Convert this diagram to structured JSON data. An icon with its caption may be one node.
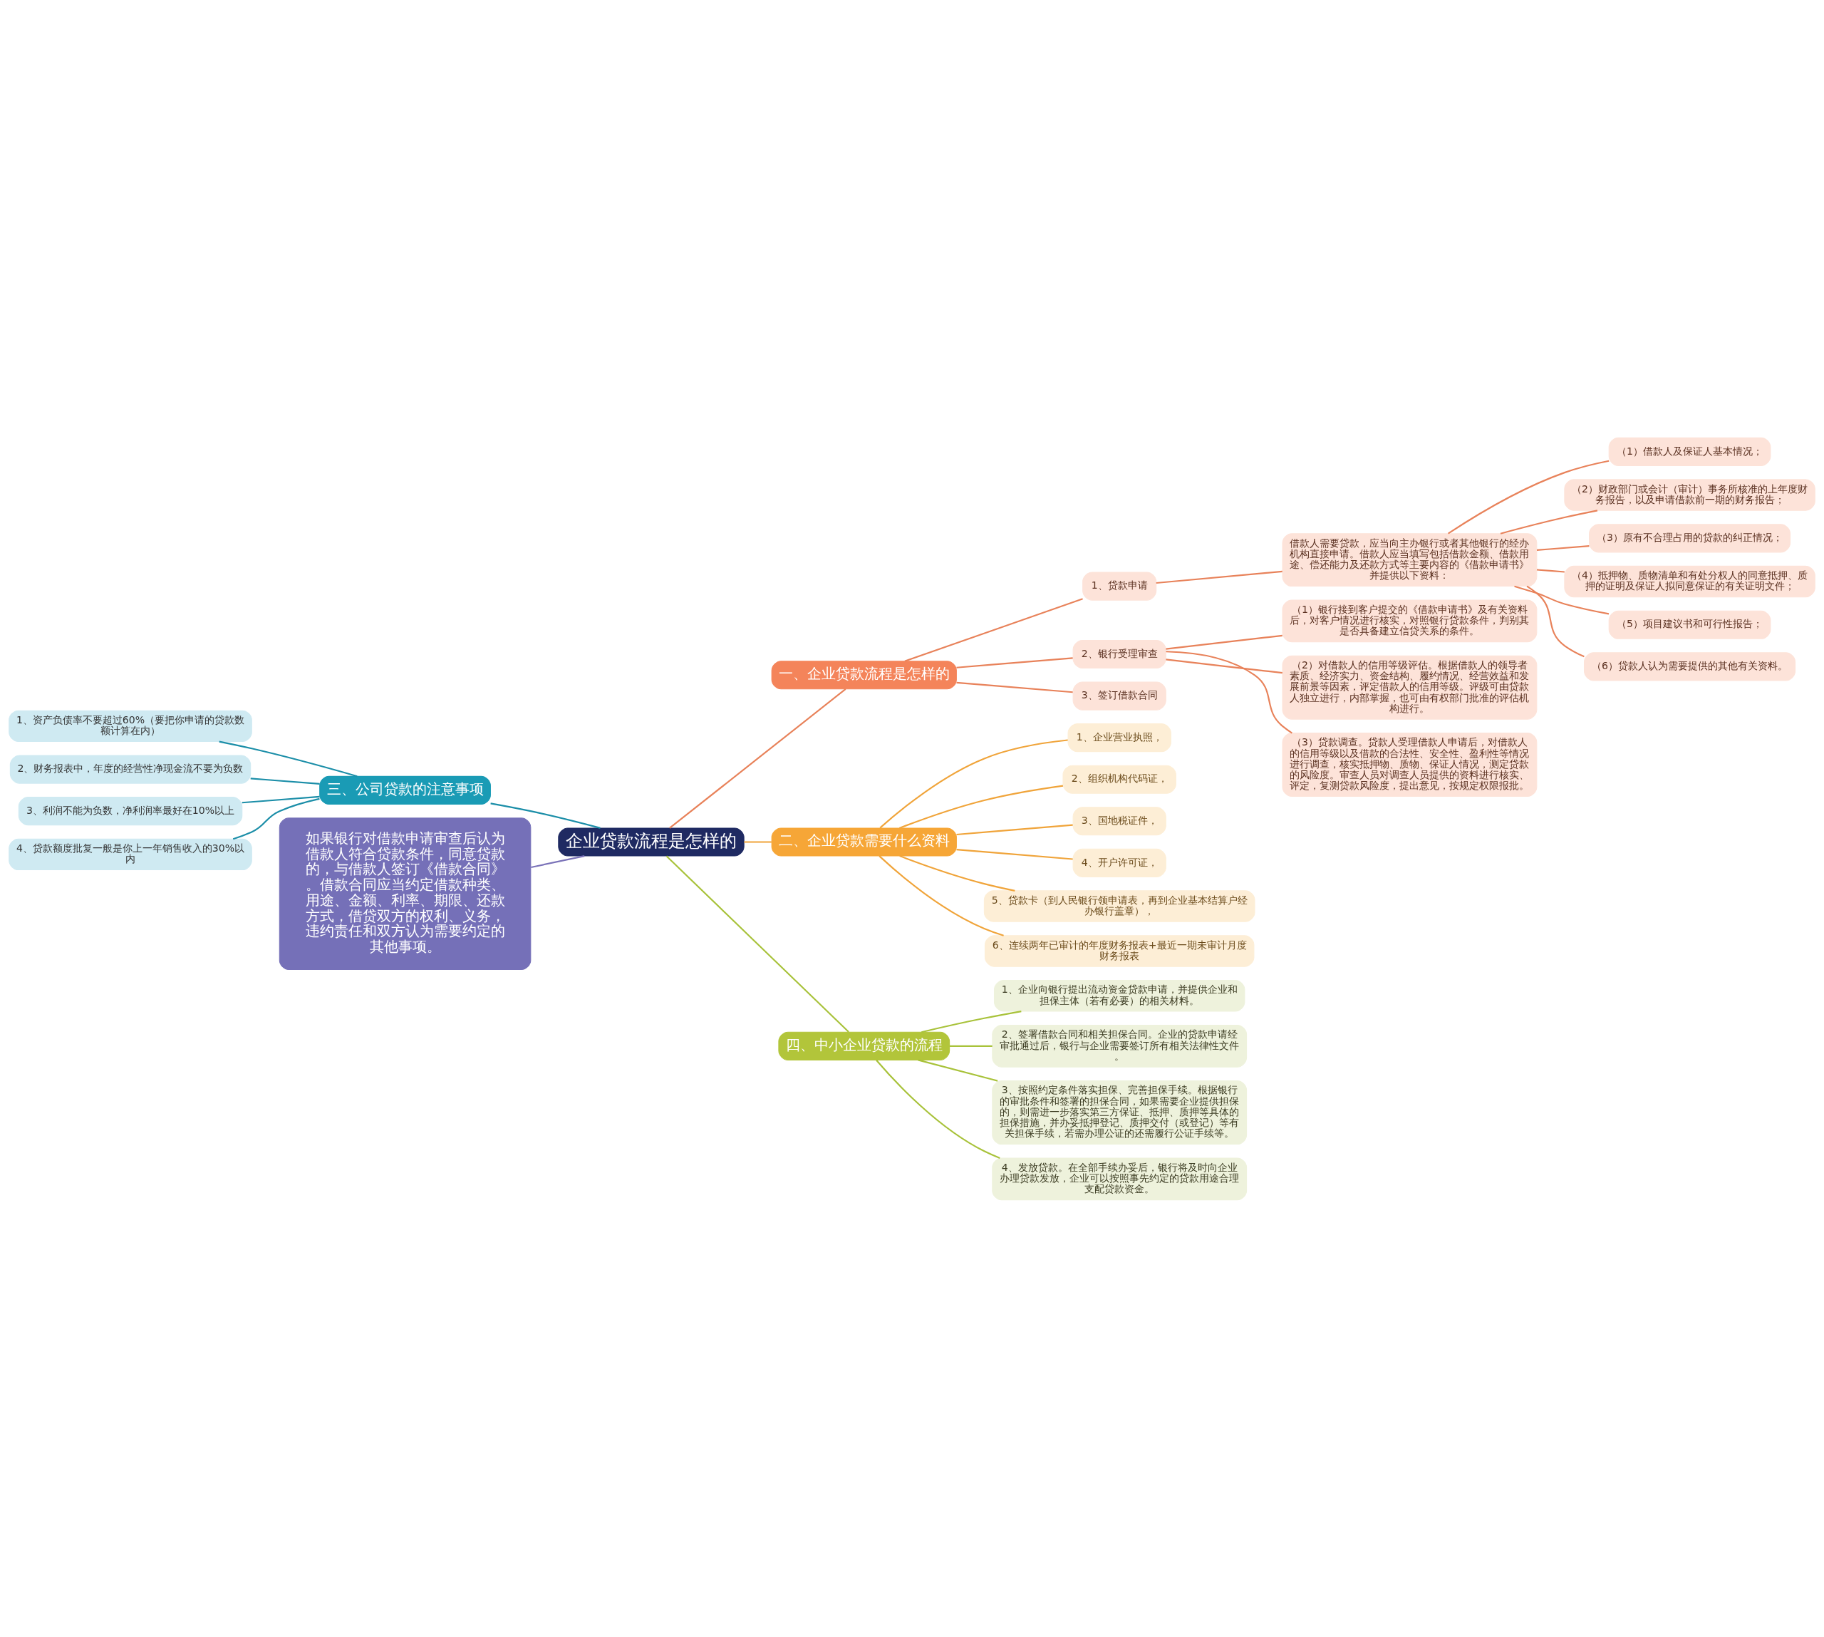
{
  "diagram": {
    "nodes": [
      {
        "text": [
          "企业贷款流程是怎样的"
        ]
      },
      {
        "text": [
          "一、企业贷款流程是怎样的"
        ]
      },
      {
        "text": [
          "1、贷款申请"
        ]
      },
      {
        "text": [
          "借款人需要贷款，应当向主办银行或者其他银行的经办机构直接申请。借款人应当填写包括借款金额、借款用途、偿还能力及还款方式等主要内容的《借款申请书》并提供以下资料："
        ]
      },
      {
        "text": [
          "（1）借款人及保证人基本情况；"
        ]
      },
      {
        "text": [
          "（2）财政部门或会计（审计）事务所核准的上年度财务报告，以及申请借款前一期的财务报告；"
        ]
      },
      {
        "text": [
          "（3）原有不合理占用的贷款的纠正情况；"
        ]
      },
      {
        "text": [
          "（4）抵押物、质物清单和有处分权人的同意抵押、质押的证明及保证人拟同意保证的有关证明文件；"
        ]
      },
      {
        "text": [
          "（5）项目建议书和可行性报告；"
        ]
      },
      {
        "text": [
          "（6）贷款人认为需要提供的其他有关资料。"
        ]
      },
      {
        "text": [
          "2、银行受理审查"
        ]
      },
      {
        "text": [
          "（1）银行接到客户提交的《借款申请书》及有关资料后，对客户情况进行核实，对照银行贷款条件，判别其是否具备建立信贷关系的条件。"
        ]
      },
      {
        "text": [
          "（2）对借款人的信用等级评估。根据借款人的领导者素质、经济实力、资金结构、履约情况、经营效益和发展前景等因素，评定借款人的信用等级。评级可由贷款人独立进行，内部掌握，也可由有权部门批准的评估机构进行。"
        ]
      },
      {
        "text": [
          "（3）贷款调查。贷款人受理借款人申请后，对借款人的信用等级以及借款的合法性、安全性、盈利性等情况进行调查，核实抵押物、质物、保证人情况，测定贷款的风险度。审查人员对调查人员提供的资料进行核实、评定，复测贷款风险度，提出意见，按规定权限报批。"
        ]
      },
      {
        "text": [
          "3、签订借款合同"
        ]
      },
      {
        "text": [
          "二、企业贷款需要什么资料"
        ]
      },
      {
        "text": [
          "1、企业营业执照，"
        ]
      },
      {
        "text": [
          "2、组织机构代码证，"
        ]
      },
      {
        "text": [
          "3、国地税证件，"
        ]
      },
      {
        "text": [
          "4、开户许可证，"
        ]
      },
      {
        "text": [
          "5、贷款卡（到人民银行领申请表，再到企业基本结算户经办银行盖章），"
        ]
      },
      {
        "text": [
          "6、连续两年已审计的年度财务报表+最近一期未审计月度财务报表"
        ]
      },
      {
        "text": [
          "四、中小企业贷款的流程"
        ]
      },
      {
        "text": [
          "1、企业向银行提出流动资金贷款申请，并提供企业和担保主体（若有必要）的相关材料。"
        ]
      },
      {
        "text": [
          "2、签署借款合同和相关担保合同。企业的贷款申请经审批通过后，银行与企业需要签订所有相关法律性文件。"
        ]
      },
      {
        "text": [
          "3、按照约定条件落实担保、完善担保手续。根据银行的审批条件和签署的担保合同，如果需要企业提供担保的，则需进一步落实第三方保证、抵押、质押等具体的担保措施，并办妥抵押登记、质押交付（或登记）等有关担保手续，若需办理公证的还需履行公证手续等。"
        ]
      },
      {
        "text": [
          "4、发放贷款。在全部手续办妥后，银行将及时向企业办理贷款发放，企业可以按照事先约定的贷款用途合理支配贷款资金。"
        ]
      },
      {
        "text": [
          "三、公司贷款的注意事项"
        ]
      },
      {
        "text": [
          "1、资产负债率不要超过60%（要把你申请的贷款数额计算在内）"
        ]
      },
      {
        "text": [
          "2、财务报表中，年度的经营性净现金流不要为负数"
        ]
      },
      {
        "text": [
          "3、利润不能为负数，净利润率最好在10%以上"
        ]
      },
      {
        "text": [
          "4、贷款额度批复一般是你上一年销售收入的30%以内"
        ]
      },
      {
        "text": [
          "如果银行对借款申请审查后认为借款人符合贷款条件，同意贷款的，与借款人签订《借款合同》。借款合同应当约定借款种类、用途、金额、利率、期限、还款方式，借贷双方的权利、义务，违约责任和双方认为需要约定的其他事项。"
        ]
      }
    ],
    "edges": [
      {
        "from": 0,
        "to": 1,
        "arrow": "none",
        "color": "#e8825a"
      },
      {
        "from": 1,
        "to": 2,
        "arrow": "none",
        "color": "#e8825a"
      },
      {
        "from": 2,
        "to": 3,
        "arrow": "none",
        "color": "#e8825a"
      },
      {
        "from": 3,
        "to": 4,
        "arrow": "none",
        "color": "#e8825a"
      },
      {
        "from": 3,
        "to": 5,
        "arrow": "none",
        "color": "#e8825a"
      },
      {
        "from": 3,
        "to": 6,
        "arrow": "none",
        "color": "#e8825a"
      },
      {
        "from": 3,
        "to": 7,
        "arrow": "none",
        "color": "#e8825a"
      },
      {
        "from": 3,
        "to": 8,
        "arrow": "none",
        "color": "#e8825a"
      },
      {
        "from": 3,
        "to": 9,
        "arrow": "none",
        "color": "#e8825a"
      },
      {
        "from": 1,
        "to": 10,
        "arrow": "none",
        "color": "#e8825a"
      },
      {
        "from": 10,
        "to": 11,
        "arrow": "none",
        "color": "#e8825a"
      },
      {
        "from": 10,
        "to": 12,
        "arrow": "none",
        "color": "#e8825a"
      },
      {
        "from": 10,
        "to": 13,
        "arrow": "none",
        "color": "#e8825a"
      },
      {
        "from": 1,
        "to": 14,
        "arrow": "none",
        "color": "#e8825a"
      },
      {
        "from": 0,
        "to": 15,
        "arrow": "none",
        "color": "#f0a43a"
      },
      {
        "from": 15,
        "to": 16,
        "arrow": "none",
        "color": "#f0a43a"
      },
      {
        "from": 15,
        "to": 17,
        "arrow": "none",
        "color": "#f0a43a"
      },
      {
        "from": 15,
        "to": 18,
        "arrow": "none",
        "color": "#f0a43a"
      },
      {
        "from": 15,
        "to": 19,
        "arrow": "none",
        "color": "#f0a43a"
      },
      {
        "from": 15,
        "to": 20,
        "arrow": "none",
        "color": "#f0a43a"
      },
      {
        "from": 15,
        "to": 21,
        "arrow": "none",
        "color": "#f0a43a"
      },
      {
        "from": 0,
        "to": 22,
        "arrow": "none",
        "color": "#a8c23a"
      },
      {
        "from": 22,
        "to": 23,
        "arrow": "none",
        "color": "#a8c23a"
      },
      {
        "from": 22,
        "to": 24,
        "arrow": "none",
        "color": "#a8c23a"
      },
      {
        "from": 22,
        "to": 25,
        "arrow": "none",
        "color": "#a8c23a"
      },
      {
        "from": 22,
        "to": 26,
        "arrow": "none",
        "color": "#a8c23a"
      },
      {
        "from": 0,
        "to": 27,
        "arrow": "none",
        "color": "#1b8ea8"
      },
      {
        "from": 27,
        "to": 28,
        "arrow": "none",
        "color": "#1b8ea8"
      },
      {
        "from": 27,
        "to": 29,
        "arrow": "none",
        "color": "#1b8ea8"
      },
      {
        "from": 27,
        "to": 30,
        "arrow": "none",
        "color": "#1b8ea8"
      },
      {
        "from": 27,
        "to": 31,
        "arrow": "none",
        "color": "#1b8ea8"
      },
      {
        "from": 0,
        "to": 32,
        "arrow": "none",
        "color": "#7a72b8"
      }
    ]
  }
}
